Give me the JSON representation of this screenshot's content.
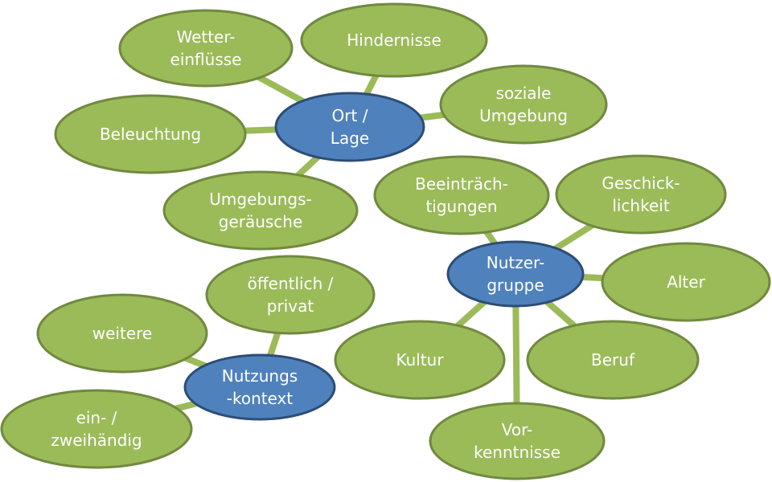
{
  "colors": {
    "topic_fill": "#9BBB59",
    "topic_stroke": "#71893F",
    "hub_fill": "#4F81BD",
    "hub_stroke": "#2C4D75",
    "link": "#9BBB59",
    "text": "#FFFFFF"
  },
  "hubs": {
    "ort": [
      "Ort /",
      "Lage"
    ],
    "nutzer": [
      "Nutzer-",
      "gruppe"
    ],
    "kontext": [
      "Nutzungs",
      "-kontext"
    ]
  },
  "topics": {
    "wetter": [
      "Wetter-",
      "einflüsse"
    ],
    "hindernisse": [
      "Hindernisse"
    ],
    "soziale": [
      "soziale",
      "Umgebung"
    ],
    "beleuchtung": [
      "Beleuchtung"
    ],
    "umgebungsgeraeusche": [
      "Umgebungs-",
      "geräusche"
    ],
    "beeintraechtigungen": [
      "Beeinträch-",
      "tigungen"
    ],
    "geschicklichkeit": [
      "Geschick-",
      "lichkeit"
    ],
    "alter": [
      "Alter"
    ],
    "beruf": [
      "Beruf"
    ],
    "kultur": [
      "Kultur"
    ],
    "vorkenntnisse": [
      "Vor-",
      "kenntnisse"
    ],
    "oeffentlich": [
      "öffentlich /",
      "privat"
    ],
    "weitere": [
      "weitere"
    ],
    "einhaendig": [
      "ein- /",
      "zweihändig"
    ]
  }
}
